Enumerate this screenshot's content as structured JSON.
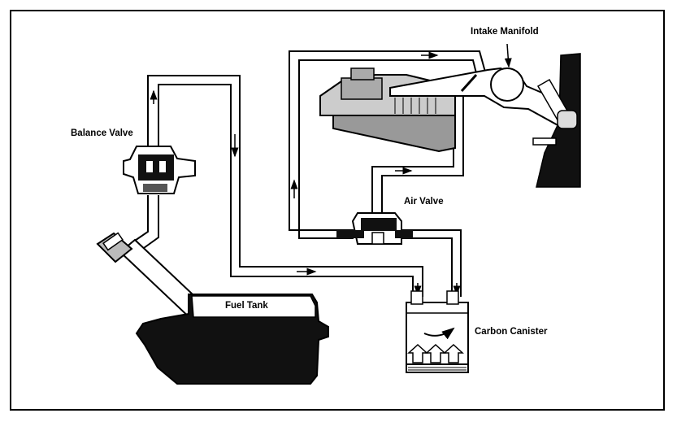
{
  "labels": {
    "intake_manifold": "Intake Manifold",
    "balance_valve": "Balance Valve",
    "air_valve": "Air Valve",
    "carbon_canister": "Carbon Canister",
    "fuel_tank": "Fuel Tank"
  },
  "colors": {
    "line": "#000000",
    "background": "#ffffff",
    "fill_dark": "#111111",
    "fill_grey": "#bdbdbd"
  }
}
